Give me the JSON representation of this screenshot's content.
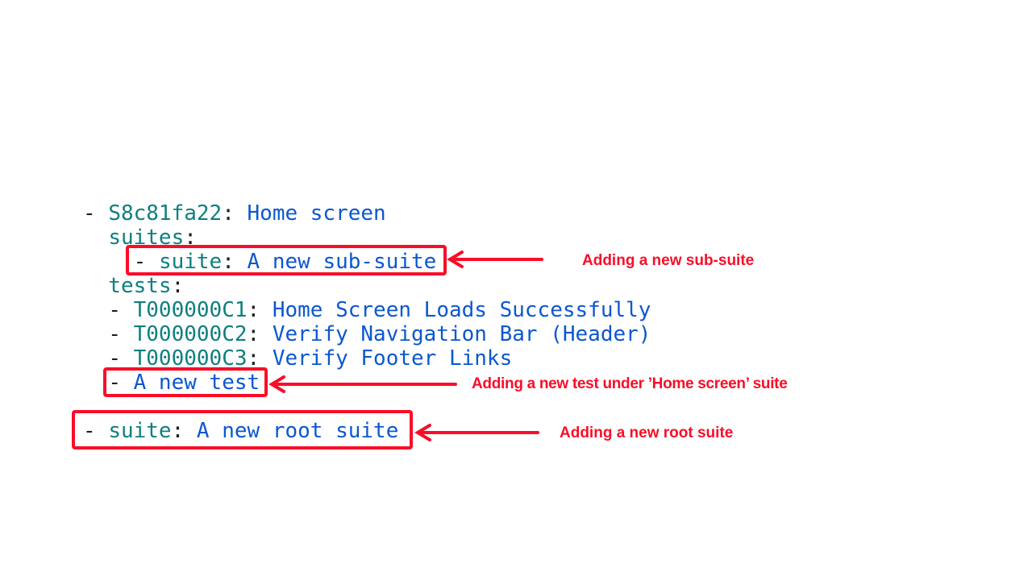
{
  "page": {
    "background": "#ffffff"
  },
  "colors": {
    "key": "#0e7f7f",
    "value": "#0b57d0",
    "punctuation": "#1c1c1e",
    "annotation_red": "#fa0d28"
  },
  "code": {
    "language": "yaml",
    "lines": [
      {
        "indent": "",
        "dash": "- ",
        "key": "S8c81fa22",
        "colon": ": ",
        "value": "Home screen"
      },
      {
        "indent": "  ",
        "dash": "",
        "key": "suites",
        "colon": ":",
        "value": ""
      },
      {
        "indent": "    ",
        "dash": "- ",
        "key": "suite",
        "colon": ": ",
        "value": "A new sub-suite"
      },
      {
        "indent": "  ",
        "dash": "",
        "key": "tests",
        "colon": ":",
        "value": ""
      },
      {
        "indent": "  ",
        "dash": "- ",
        "key": "T000000C1",
        "colon": ": ",
        "value": "Home Screen Loads Successfully"
      },
      {
        "indent": "  ",
        "dash": "- ",
        "key": "T000000C2",
        "colon": ": ",
        "value": "Verify Navigation Bar (Header)"
      },
      {
        "indent": "  ",
        "dash": "- ",
        "key": "T000000C3",
        "colon": ": ",
        "value": "Verify Footer Links"
      },
      {
        "indent": "  ",
        "dash": "- ",
        "key": "",
        "colon": "",
        "value": "A new test"
      },
      {
        "indent": "",
        "dash": "- ",
        "key": "suite",
        "colon": ": ",
        "value": "A new root suite"
      }
    ]
  },
  "annotations": [
    {
      "label": "Adding a new sub-suite"
    },
    {
      "label": "Adding a new test under ’Home screen’ suite"
    },
    {
      "label": "Adding a new root suite"
    }
  ]
}
